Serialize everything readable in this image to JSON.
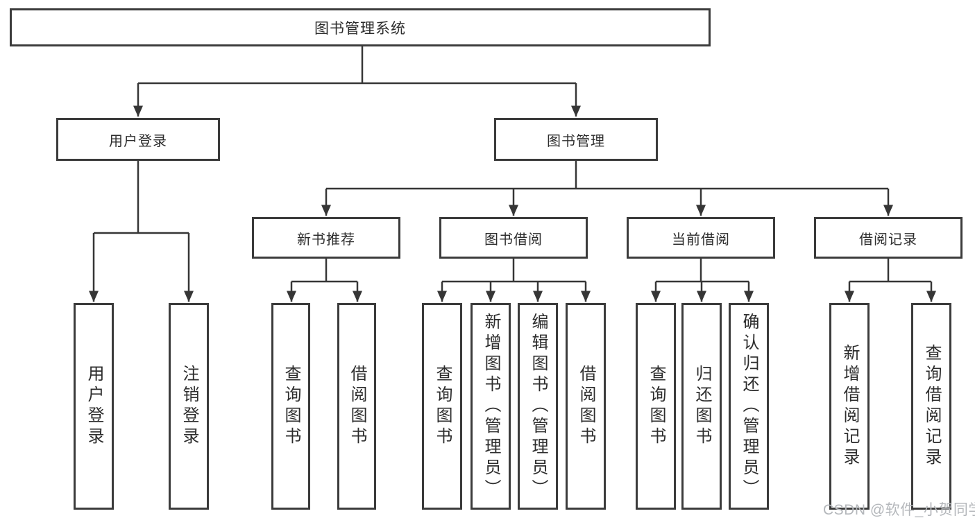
{
  "diagram": {
    "root": {
      "label": "图书管理系统"
    },
    "level2": {
      "user_login": {
        "label": "用户登录"
      },
      "book_management": {
        "label": "图书管理"
      }
    },
    "user_login_children": {
      "user_login": {
        "label": "用户登录"
      },
      "logout_login": {
        "label": "注销登录"
      }
    },
    "book_management_children": {
      "new_book_recommend": {
        "label": "新书推荐"
      },
      "book_borrow": {
        "label": "图书借阅"
      },
      "current_borrow": {
        "label": "当前借阅"
      },
      "borrow_records": {
        "label": "借阅记录"
      }
    },
    "new_book_recommend_children": {
      "query_book": {
        "label": "查询图书"
      },
      "borrow_book": {
        "label": "借阅图书"
      }
    },
    "book_borrow_children": {
      "query_book": {
        "label": "查询图书"
      },
      "add_book": {
        "label": "新增图书（管理员）"
      },
      "edit_book": {
        "label": "编辑图书（管理员）"
      },
      "borrow_book": {
        "label": "借阅图书"
      }
    },
    "current_borrow_children": {
      "query_book": {
        "label": "查询图书"
      },
      "return_book": {
        "label": "归还图书"
      },
      "confirm_return": {
        "label": "确认归还（管理员）"
      }
    },
    "borrow_records_children": {
      "add_record": {
        "label": "新增借阅记录"
      },
      "query_record": {
        "label": "查询借阅记录"
      }
    }
  },
  "watermark": {
    "text": "CSDN @软件_小贺同学"
  },
  "colors": {
    "line": "#363636",
    "border": "#3b3b3b",
    "text": "#2d2d2d",
    "watermark": "#b4b7bb",
    "background": "#ffffff"
  }
}
